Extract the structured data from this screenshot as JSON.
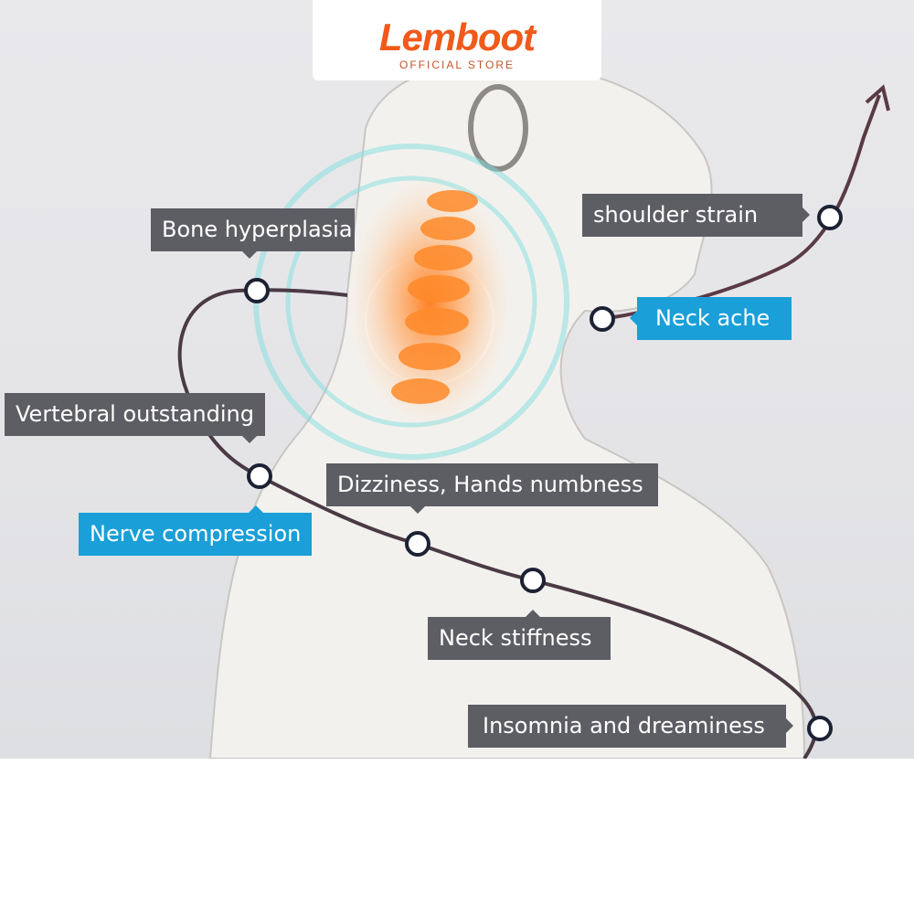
{
  "logo": {
    "brand": "Lemboot",
    "subtitle": "OFFICIAL STORE"
  },
  "labels": {
    "bone_hyperplasia": "Bone hyperplasia",
    "shoulder_strain": "shoulder strain",
    "neck_ache": "Neck ache",
    "vertebral_outstanding": "Vertebral outstanding",
    "nerve_compression": "Nerve compression",
    "dizziness": "Dizziness, Hands numbness",
    "neck_stiffness": "Neck stiffness",
    "insomnia": "Insomnia and dreaminess"
  },
  "colors": {
    "label_gray": "#5d5d64",
    "label_blue": "#1a9fd8",
    "brand": "#f05a1a",
    "curve": "#4a3a44"
  }
}
